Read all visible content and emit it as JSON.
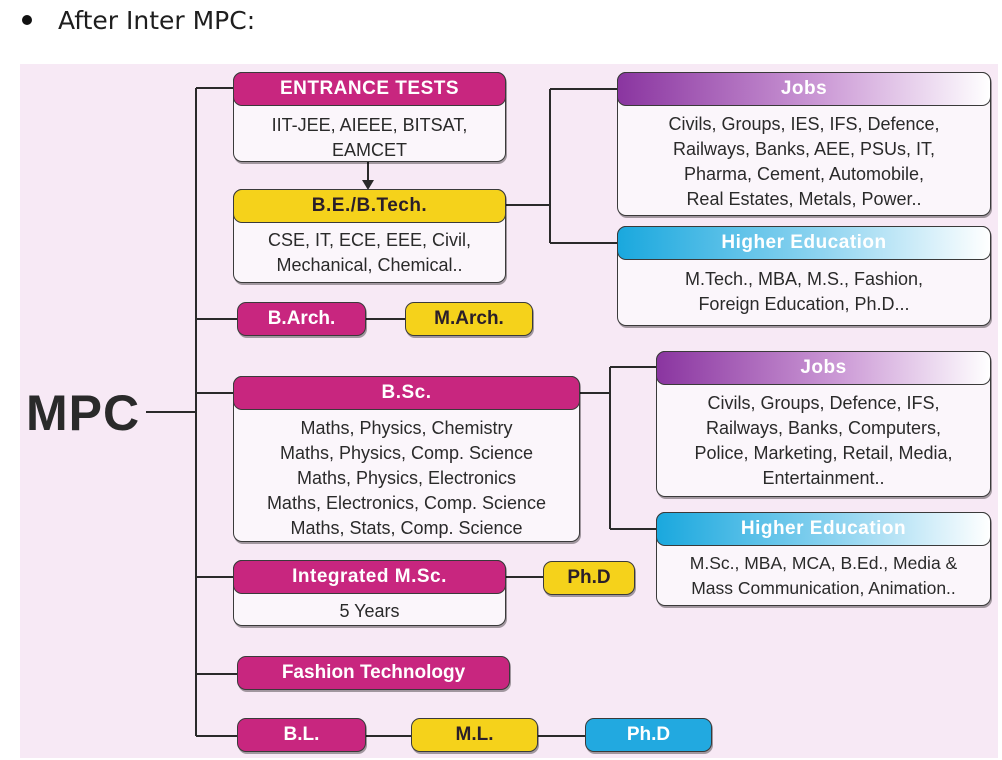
{
  "bullet": {
    "text": "After Inter MPC:"
  },
  "root": "MPC",
  "entrance": {
    "title": "ENTRANCE TESTS",
    "lines": [
      "IIT-JEE, AIEEE, BITSAT,",
      "EAMCET"
    ]
  },
  "btech": {
    "title": "B.E./B.Tech.",
    "lines": [
      "CSE, IT, ECE, EEE, Civil,",
      "Mechanical, Chemical.."
    ]
  },
  "jobs1": {
    "title": "Jobs",
    "lines": [
      "Civils, Groups, IES, IFS, Defence,",
      "Railways, Banks, AEE, PSUs, IT,",
      "Pharma, Cement, Automobile,",
      "Real Estates, Metals, Power.."
    ]
  },
  "higher1": {
    "title": "Higher Education",
    "lines": [
      "M.Tech., MBA, M.S., Fashion,",
      "Foreign Education, Ph.D..."
    ]
  },
  "arch": {
    "b": "B.Arch.",
    "m": "M.Arch."
  },
  "bsc": {
    "title": "B.Sc.",
    "lines": [
      "Maths, Physics, Chemistry",
      "Maths, Physics, Comp. Science",
      "Maths, Physics, Electronics",
      "Maths, Electronics, Comp. Science",
      "Maths, Stats, Comp. Science"
    ]
  },
  "jobs2": {
    "title": "Jobs",
    "lines": [
      "Civils, Groups, Defence, IFS,",
      "Railways, Banks, Computers,",
      "Police, Marketing, Retail, Media,",
      "Entertainment.."
    ]
  },
  "higher2": {
    "title": "Higher Education",
    "lines": [
      "M.Sc., MBA, MCA, B.Ed., Media &",
      "Mass Communication, Animation.."
    ]
  },
  "imsc": {
    "title": "Integrated M.Sc.",
    "lines": [
      "5 Years"
    ],
    "next": "Ph.D"
  },
  "fashion": {
    "title": "Fashion Technology"
  },
  "law": {
    "b": "B.L.",
    "m": "M.L.",
    "phd": "Ph.D"
  },
  "colors": {
    "magenta": "#c8267f",
    "yellow": "#f5d21b",
    "cyan": "#22a9e0",
    "purple": "#8a35a0",
    "panel": "#f7e9f5"
  }
}
